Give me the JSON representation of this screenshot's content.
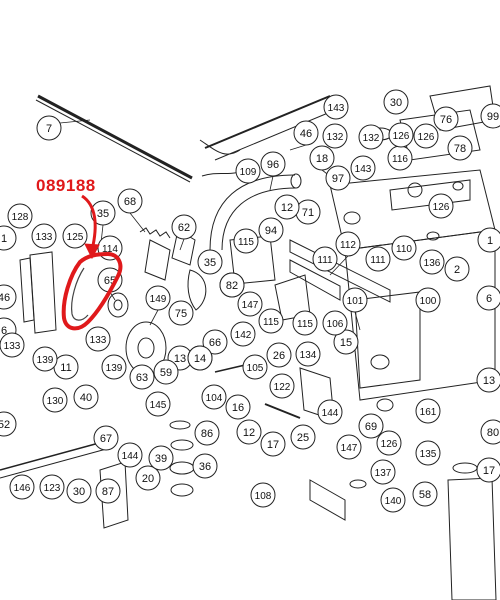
{
  "highlight": {
    "part_number": "089188",
    "color": "#e0191b"
  },
  "callouts": [
    "1",
    "2",
    "6",
    "7",
    "11",
    "12",
    "13",
    "14",
    "15",
    "16",
    "17",
    "18",
    "20",
    "25",
    "26",
    "30",
    "35",
    "36",
    "39",
    "40",
    "46",
    "52",
    "58",
    "59",
    "62",
    "63",
    "65",
    "66",
    "67",
    "68",
    "69",
    "71",
    "75",
    "76",
    "78",
    "80",
    "82",
    "86",
    "87",
    "94",
    "96",
    "97",
    "99",
    "100",
    "101",
    "104",
    "105",
    "106",
    "108",
    "109",
    "110",
    "111",
    "112",
    "114",
    "115",
    "116",
    "122",
    "123",
    "125",
    "126",
    "128",
    "130",
    "132",
    "133",
    "134",
    "135",
    "136",
    "137",
    "139",
    "140",
    "142",
    "143",
    "144",
    "145",
    "146",
    "147",
    "149",
    "161"
  ],
  "colors": {
    "line": "#222222",
    "bubble_fill": "#ffffff",
    "background": "#ffffff"
  }
}
